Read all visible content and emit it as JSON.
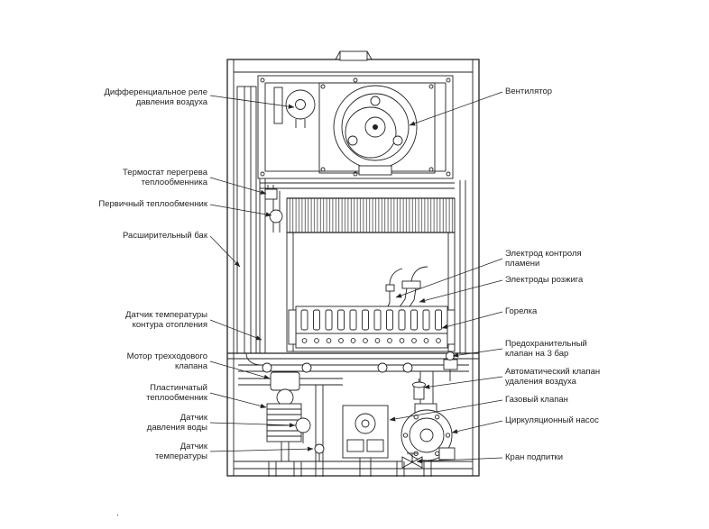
{
  "page": {
    "background": "#ffffff",
    "ink": "#222222",
    "caption_mark": "."
  },
  "labels": {
    "left": [
      {
        "text": "Дифференциальное реле давления воздуха"
      },
      {
        "text": "Термостат перегрева теплообменника"
      },
      {
        "text": "Первичный теплообменник"
      },
      {
        "text": "Расширительный бак"
      },
      {
        "text": "Датчик температуры контура отопления"
      },
      {
        "text": "Мотор трехходового клапана"
      },
      {
        "text": "Пластинчатый теплообменник"
      },
      {
        "text": "Датчик давления воды"
      },
      {
        "text": "Датчик температуры"
      }
    ],
    "right": [
      {
        "text": "Вентилятор"
      },
      {
        "text": "Электрод контроля пламени"
      },
      {
        "text": "Электроды розжига"
      },
      {
        "text": "Горелка"
      },
      {
        "text": "Предохранительный клапан на 3 бар"
      },
      {
        "text": "Автоматический клапан удаления воздуха"
      },
      {
        "text": "Газовый клапан"
      },
      {
        "text": "Циркуляционный насос"
      },
      {
        "text": "Кран подпитки"
      }
    ]
  }
}
